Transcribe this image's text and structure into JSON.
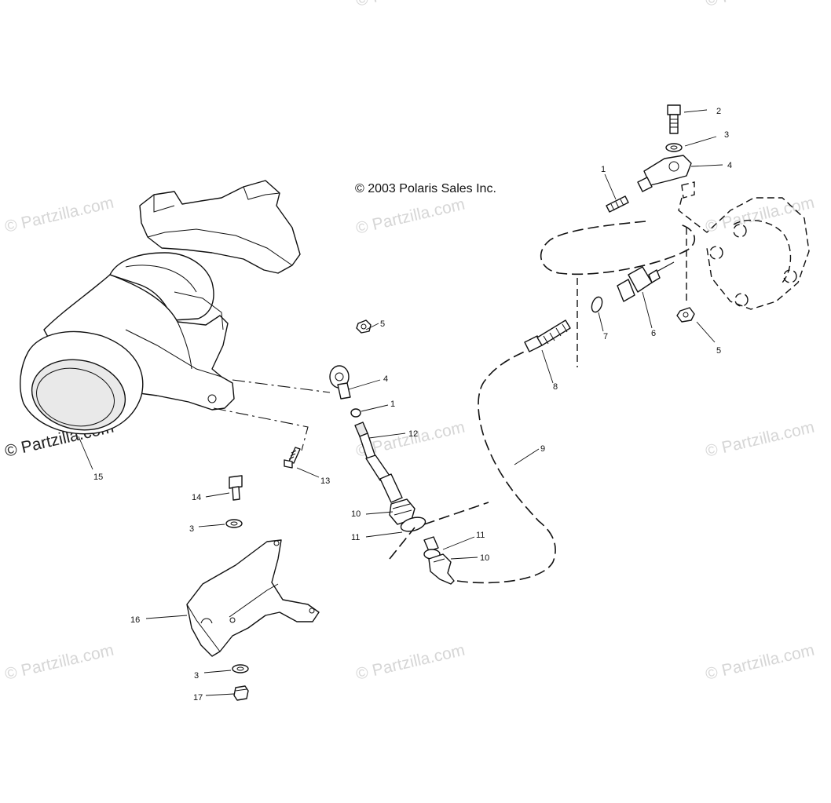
{
  "diagram": {
    "copyright": "© 2003 Polaris Sales Inc.",
    "watermark_text": "© Partzilla.com",
    "callouts": [
      "1",
      "2",
      "3",
      "4",
      "5",
      "6",
      "7",
      "8",
      "9",
      "10",
      "11",
      "12",
      "13",
      "14",
      "15",
      "16",
      "17"
    ],
    "colors": {
      "line": "#111111",
      "watermark": "#d6d6d6",
      "background": "#ffffff"
    }
  }
}
